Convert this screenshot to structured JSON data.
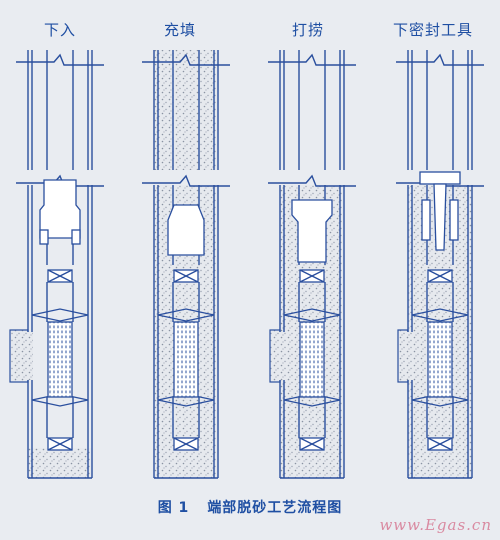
{
  "panels": [
    {
      "label": "下入"
    },
    {
      "label": "充填"
    },
    {
      "label": "打捞"
    },
    {
      "label": "下密封工具"
    }
  ],
  "caption": {
    "figure_number": "图 1",
    "title": "端部脱砂工艺流程图"
  },
  "watermark": "www.Egas.cn",
  "colors": {
    "line": "#2a4f9e",
    "sand": "#c9d0d9",
    "background": "#e9ecf1"
  }
}
